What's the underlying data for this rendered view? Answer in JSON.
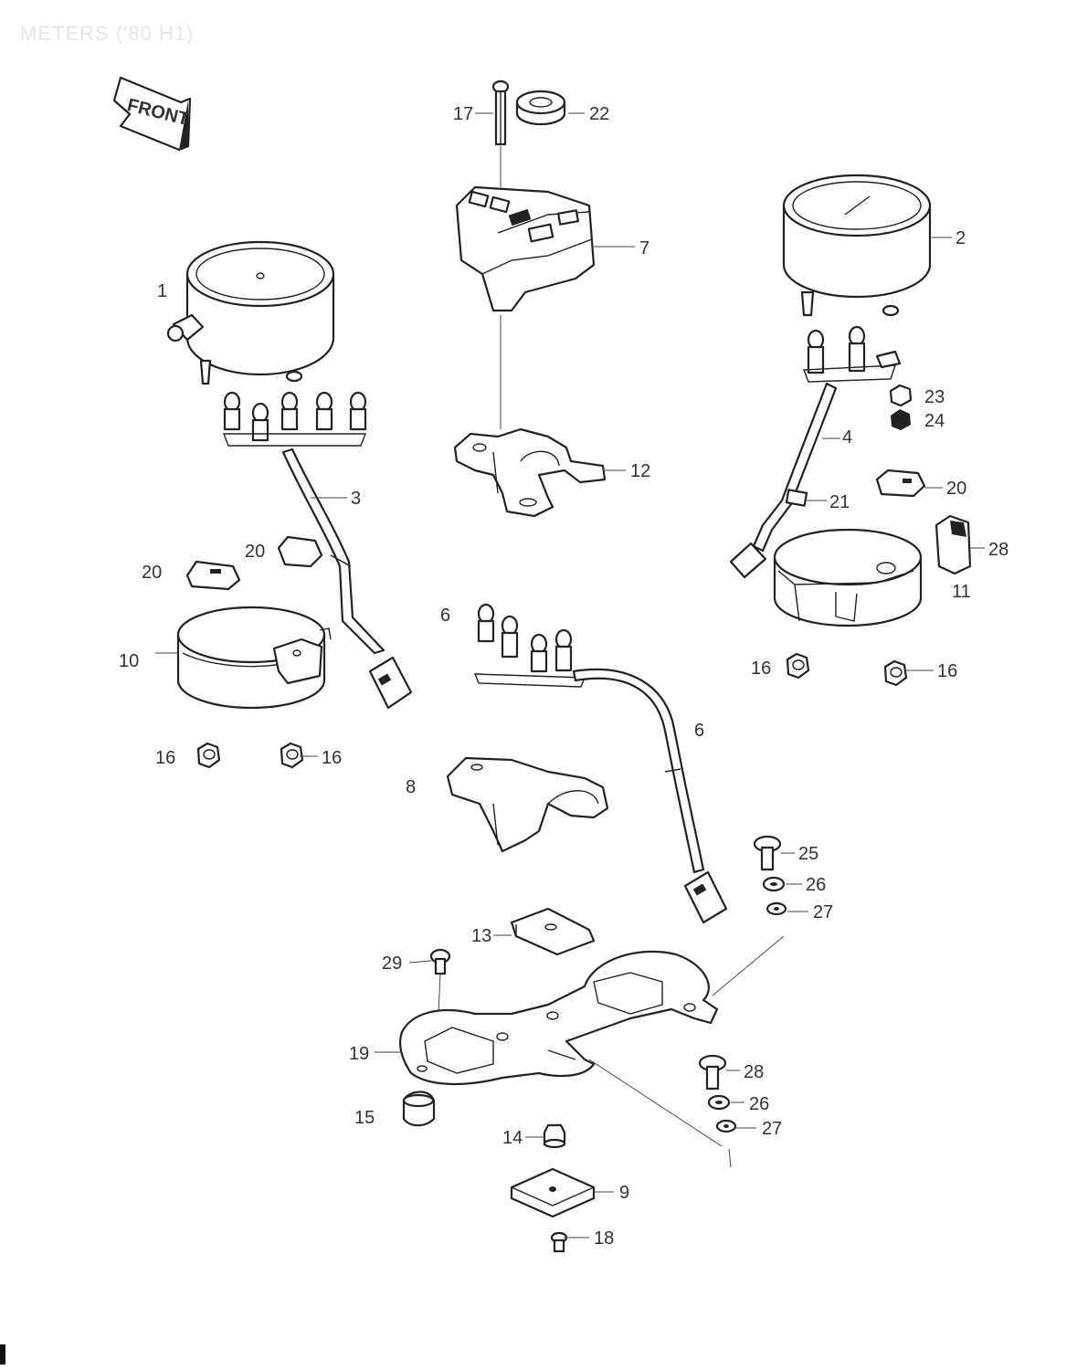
{
  "title": "METERS ('80 H1)",
  "front_arrow_label": "FRONT",
  "callouts": {
    "c1a": "1",
    "c17": "17",
    "c22": "22",
    "c7": "7",
    "c12": "12",
    "c2": "2",
    "c23": "23",
    "c24": "24",
    "c4": "4",
    "c21": "21",
    "c20a": "20",
    "c28a": "28",
    "c11": "11",
    "c16a": "16",
    "c16b": "16",
    "c3": "3",
    "c20b": "20",
    "c20c": "20",
    "c10": "10",
    "c16c": "16",
    "c16d": "16",
    "c6a": "6",
    "c6b": "6",
    "c8": "8",
    "c25": "25",
    "c26a": "26",
    "c27a": "27",
    "c13": "13",
    "c29": "29",
    "c19": "19",
    "c15": "15",
    "c28b": "28",
    "c26b": "26",
    "c27b": "27",
    "c14": "14",
    "c9": "9",
    "c18": "18"
  }
}
